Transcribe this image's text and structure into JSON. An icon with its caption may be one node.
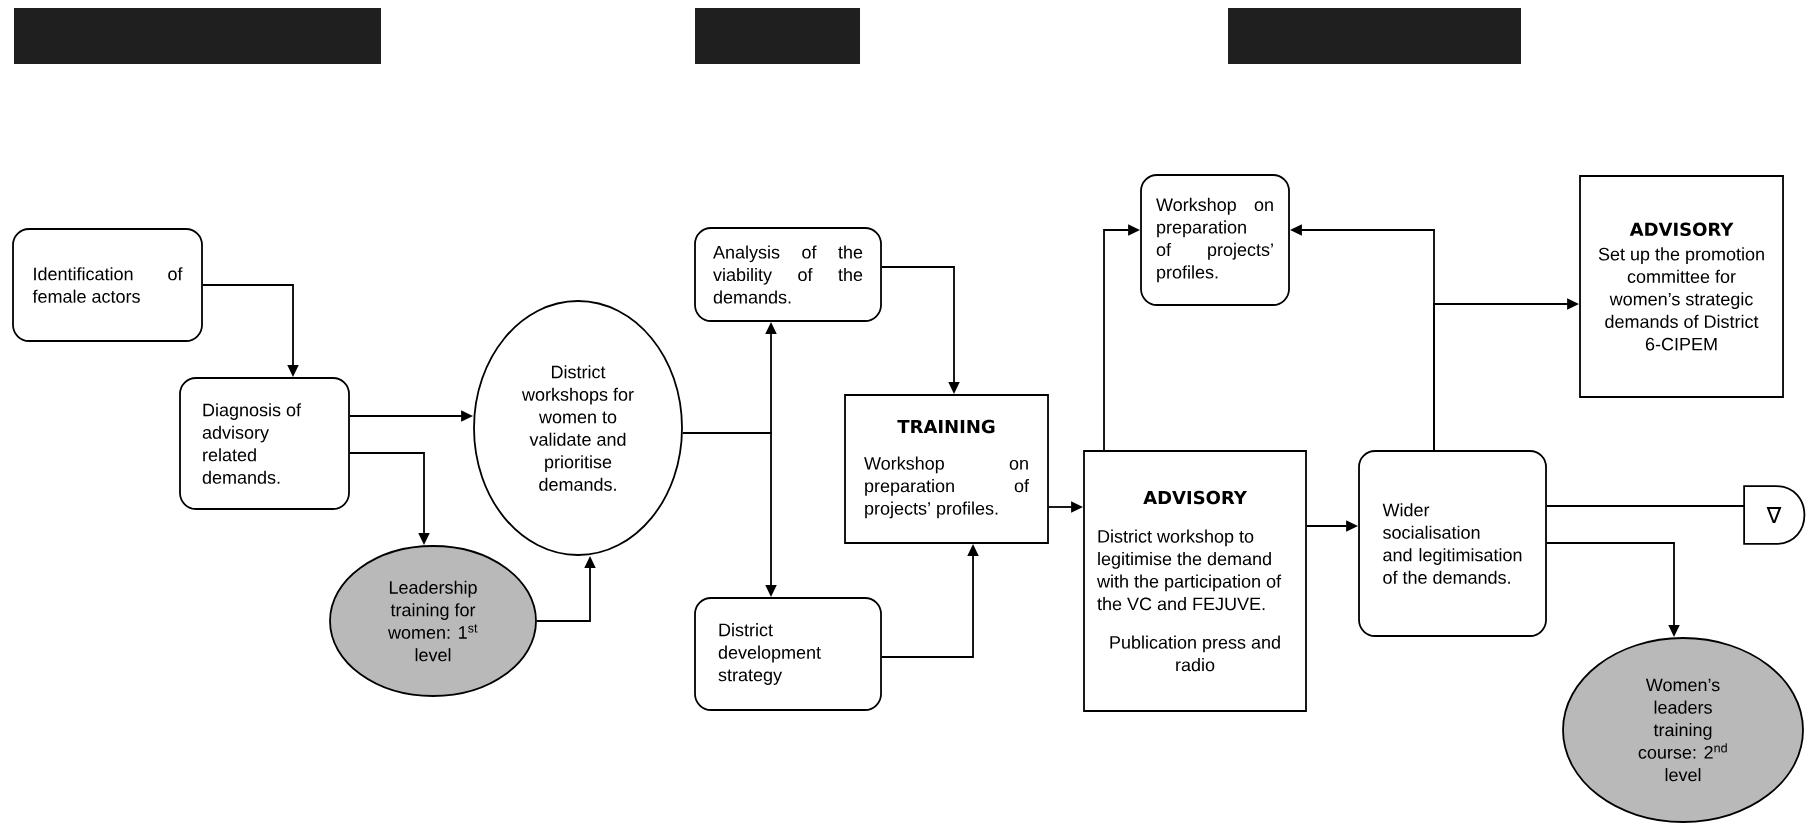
{
  "diagram": {
    "nodes": [
      {
        "text": [
          "Identification of female actors"
        ]
      },
      {
        "text": [
          "Diagnosis of advisory related demands."
        ]
      },
      {
        "text": [
          "District workshops for women to validate and prioritise demands."
        ]
      },
      {
        "text": [
          "Leadership training for women: 1$^{st}$ level"
        ]
      },
      {
        "text": [
          "Analysis of the viability of the demands."
        ]
      },
      {
        "text": [
          "District development strategy"
        ]
      },
      {
        "text": [
          "TRAINING",
          "Workshop on preparation of projects’ profiles."
        ]
      },
      {
        "text": [
          "ADVISORY",
          "District workshop to legitimise the demand with the participation of the VC and FEJUVE.",
          "Publication press and radio"
        ]
      },
      {
        "text": [
          "Workshop on preparation of projects’ profiles."
        ]
      },
      {
        "text": [
          "ADVISORY",
          "Set up the promotion committee for women’s strategic demands of District 6-CIPEM"
        ]
      },
      {
        "text": [
          "Wider socialisation and legitimisation of the demands."
        ]
      },
      {
        "text": [
          "∇"
        ]
      },
      {
        "text": [
          "Women’s leaders training course: 2$^{nd}$ level"
        ]
      }
    ],
    "edges": [
      {
        "from": 0,
        "to": 1,
        "arrow": "to"
      },
      {
        "from": 1,
        "to": 2,
        "arrow": "to"
      },
      {
        "from": 1,
        "to": 3,
        "arrow": "to"
      },
      {
        "from": 3,
        "to": 2,
        "arrow": "to"
      },
      {
        "from": 2,
        "to": 4,
        "arrow": "to"
      },
      {
        "from": 2,
        "to": 5,
        "arrow": "to"
      },
      {
        "from": 4,
        "to": 6,
        "arrow": "to"
      },
      {
        "from": 5,
        "to": 6,
        "arrow": "to"
      },
      {
        "from": 6,
        "to": 7,
        "arrow": "to"
      },
      {
        "from": 7,
        "to": 8,
        "arrow": "to"
      },
      {
        "from": 7,
        "to": 10,
        "arrow": "to"
      },
      {
        "from": 10,
        "to": 8,
        "arrow": "to"
      },
      {
        "from": 10,
        "to": 9,
        "arrow": "to"
      },
      {
        "from": 10,
        "to": 11,
        "arrow": "none"
      },
      {
        "from": 10,
        "to": 12,
        "arrow": "to"
      }
    ]
  }
}
